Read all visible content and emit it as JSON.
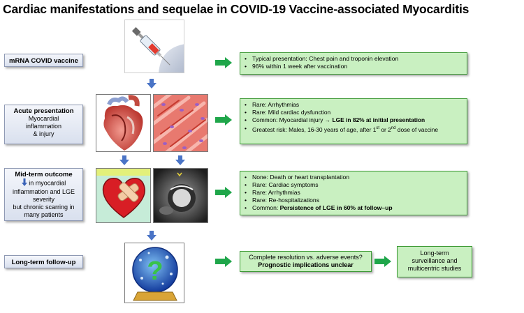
{
  "title": "Cardiac manifestations and sequelae in COVID-19 Vaccine-associated Myocarditis",
  "stages": {
    "vaccine": {
      "label": "mRNA COVID vaccine"
    },
    "acute": {
      "label": "Acute presentation",
      "line1": "Myocardial",
      "line2": "inflammation",
      "line3": "& injury"
    },
    "mid": {
      "label": "Mid-term outcome",
      "line1": "in myocardial",
      "line2": "inflammation and LGE",
      "line3": "severity",
      "line4": "but chronic scarring in",
      "line5": "many patients"
    },
    "long": {
      "label": "Long-term follow-up"
    }
  },
  "boxes": {
    "vaccine": {
      "item1": "Typical presentation: Chest pain and troponin elevation",
      "item2": "96% within 1 week after vaccination"
    },
    "acute": {
      "item1": "Rare: Arrhythmias",
      "item2": "Rare: Mild cardiac dysfunction",
      "item3_prefix": "Common: Myocardial injury",
      "item3_arrow": "→",
      "item3_bold": "LGE in 82% at initial presentation",
      "item4_prefix": "Greatest risk: Males, 16-30 years of age, after 1",
      "item4_sup1": "st",
      "item4_mid": " or 2",
      "item4_sup2": "nd",
      "item4_suffix": " dose of vaccine"
    },
    "mid": {
      "item1": "None: Death or heart transplantation",
      "item2": "Rare: Cardiac symptoms",
      "item3": "Rare: Arrhythmias",
      "item4": "Rare: Re-hospitalizations",
      "item5_prefix": "Common:",
      "item5_bold": "Persistence of LGE in 60% at follow–up"
    },
    "long": {
      "line1": "Complete resolution vs. adverse events?",
      "line2": "Prognostic implications unclear"
    },
    "final": {
      "line1": "Long-term",
      "line2": "surveillance and",
      "line3": "multicentric studies"
    }
  },
  "colors": {
    "green_box": "#c9f0c1",
    "green_arrow": "#1fa64a",
    "blue_arrow": "#4a74c6",
    "stage_box": "#dfe5f1"
  },
  "icons": [
    "syringe-icon",
    "heart-illustration",
    "myocardial-tissue-image",
    "heart-bandage-image",
    "cardiac-mri-image",
    "crystal-ball-image"
  ]
}
